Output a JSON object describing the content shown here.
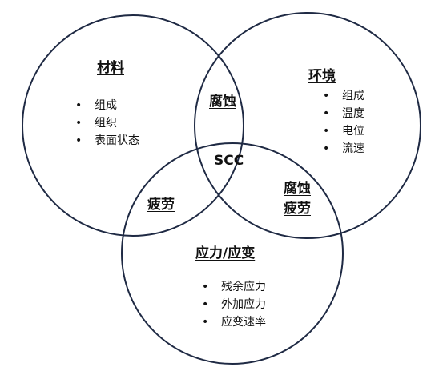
{
  "circles": {
    "stroke_color": "#1f2a44"
  },
  "material": {
    "title": "材料",
    "items": [
      "组成",
      "组织",
      "表面状态"
    ]
  },
  "environment": {
    "title": "环境",
    "items": [
      "组成",
      "温度",
      "电位",
      "流速"
    ]
  },
  "stress": {
    "title": "应力/应变",
    "items": [
      "残余应力",
      "外加应力",
      "应变速率"
    ]
  },
  "overlaps": {
    "material_environment": "腐蚀",
    "material_stress": "疲劳",
    "environment_stress_line1": "腐蚀",
    "environment_stress_line2": "疲劳",
    "center": "SCC"
  }
}
